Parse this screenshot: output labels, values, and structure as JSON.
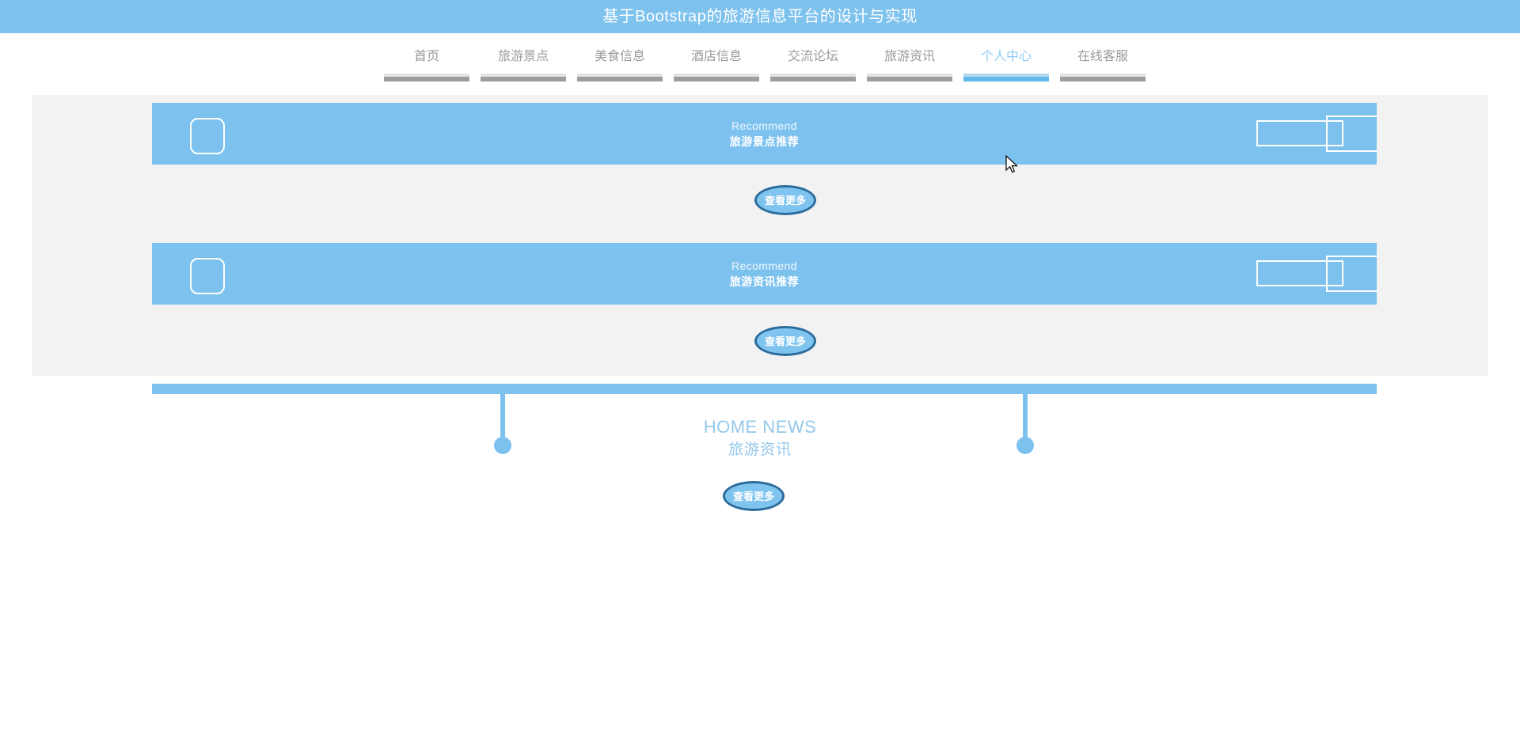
{
  "page": {
    "title": "基于Bootstrap的旅游信息平台的设计与实现",
    "background_color": "#ffffff",
    "accent_color": "#7dc2ef",
    "muted_color": "#9a9a9a",
    "section_background": "#f2f2f2"
  },
  "nav": {
    "items": [
      {
        "label": "首页",
        "active": false
      },
      {
        "label": "旅游景点",
        "active": false
      },
      {
        "label": "美食信息",
        "active": false
      },
      {
        "label": "酒店信息",
        "active": false
      },
      {
        "label": "交流论坛",
        "active": false
      },
      {
        "label": "旅游资讯",
        "active": false
      },
      {
        "label": "个人中心",
        "active": true
      },
      {
        "label": "在线客服",
        "active": false
      }
    ]
  },
  "recommend_section": {
    "banners": [
      {
        "en_title": "Recommend",
        "cn_title": "旅游景点推荐",
        "more_label": "查看更多"
      },
      {
        "en_title": "Recommend",
        "cn_title": "旅游资讯推荐",
        "more_label": "查看更多"
      }
    ]
  },
  "news_section": {
    "en_title": "HOME NEWS",
    "cn_title": "旅游资讯",
    "more_label": "查看更多"
  },
  "icons": {
    "cursor": "mouse-pointer-icon",
    "badge": "rounded-square-outline-icon",
    "shape_wide": "wide-rectangle-outline-icon",
    "shape_tall": "tall-rectangle-outline-icon"
  }
}
